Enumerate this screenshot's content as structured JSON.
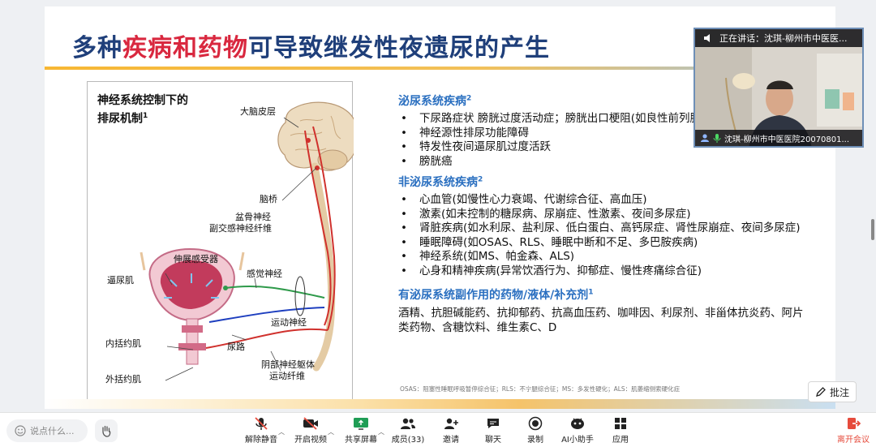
{
  "slide": {
    "title_part1": "多种",
    "title_highlight": "疾病和药物",
    "title_part2": "可导致继发性夜遗尿的产生",
    "diagram": {
      "title_line1": "神经系统控制下的",
      "title_line2": "排尿机制",
      "title_sup": "1",
      "labels": {
        "cortex": "大脑皮层",
        "pons": "脑桥",
        "pelvic_nerve": "盆骨神经",
        "parasympathetic": "副交感神经纤维",
        "stretch_receptor": "伸展感受器",
        "detrusor": "逼尿肌",
        "sensory_nerve": "感觉神经",
        "motor_nerve": "运动神经",
        "internal_sphincter": "内括约肌",
        "urethra": "尿路",
        "pudendal_nerve": "阴部神经躯体",
        "motor_fiber": "运动纤维",
        "external_sphincter": "外括约肌"
      }
    },
    "section1": {
      "heading": "泌尿系统疾病",
      "sup": "2",
      "items": [
        "下尿路症状 膀胱过度活动症；膀胱出口梗阻(如良性前列腺梗阻)",
        "神经源性排尿功能障碍",
        "特发性夜间逼尿肌过度活跃",
        "膀胱癌"
      ]
    },
    "section2": {
      "heading": "非泌尿系统疾病",
      "sup": "2",
      "items": [
        "心血管(如慢性心力衰竭、代谢综合征、高血压)",
        "激素(如未控制的糖尿病、尿崩症、性激素、夜间多尿症)",
        "肾脏疾病(如水利尿、盐利尿、低白蛋白、高钙尿症、肾性尿崩症、夜间多尿症)",
        "睡眠障碍(如OSAS、RLS、睡眠中断和不足、多巴胺疾病)",
        "神经系统(如MS、帕金森、ALS)",
        "心身和精神疾病(异常饮酒行为、抑郁症、慢性疼痛综合征)"
      ]
    },
    "section3": {
      "heading": "有泌尿系统副作用的药物/液体/补充剂",
      "sup": "1",
      "text": "酒精、抗胆碱能药、抗抑郁药、抗高血压药、咖啡因、利尿剂、非甾体抗炎药、阿片类药物、含糖饮料、维生素C、D"
    },
    "footnote": "OSAS：阻塞性睡眠呼吸暂停综合征；RLS：不宁腿综合征；MS：多发性硬化；ALS：肌萎缩侧索硬化症"
  },
  "video": {
    "speaking_label": "正在讲话：沈琪-柳州市中医医...",
    "participant_name": "沈琪-柳州市中医医院20070801..."
  },
  "annotate_label": "批注",
  "toolbar": {
    "chat_placeholder": "说点什么...",
    "unmute": "解除静音",
    "start_video": "开启视频",
    "share_screen": "共享屏幕",
    "members": "成员(33)",
    "invite": "邀请",
    "chat": "聊天",
    "record": "录制",
    "ai_assistant": "AI小助手",
    "apps": "应用",
    "leave": "离开会议"
  },
  "colors": {
    "title_blue": "#1f3f7a",
    "title_red": "#d9283f",
    "heading_blue": "#2a6fc0",
    "leave_red": "#e64b3c"
  }
}
